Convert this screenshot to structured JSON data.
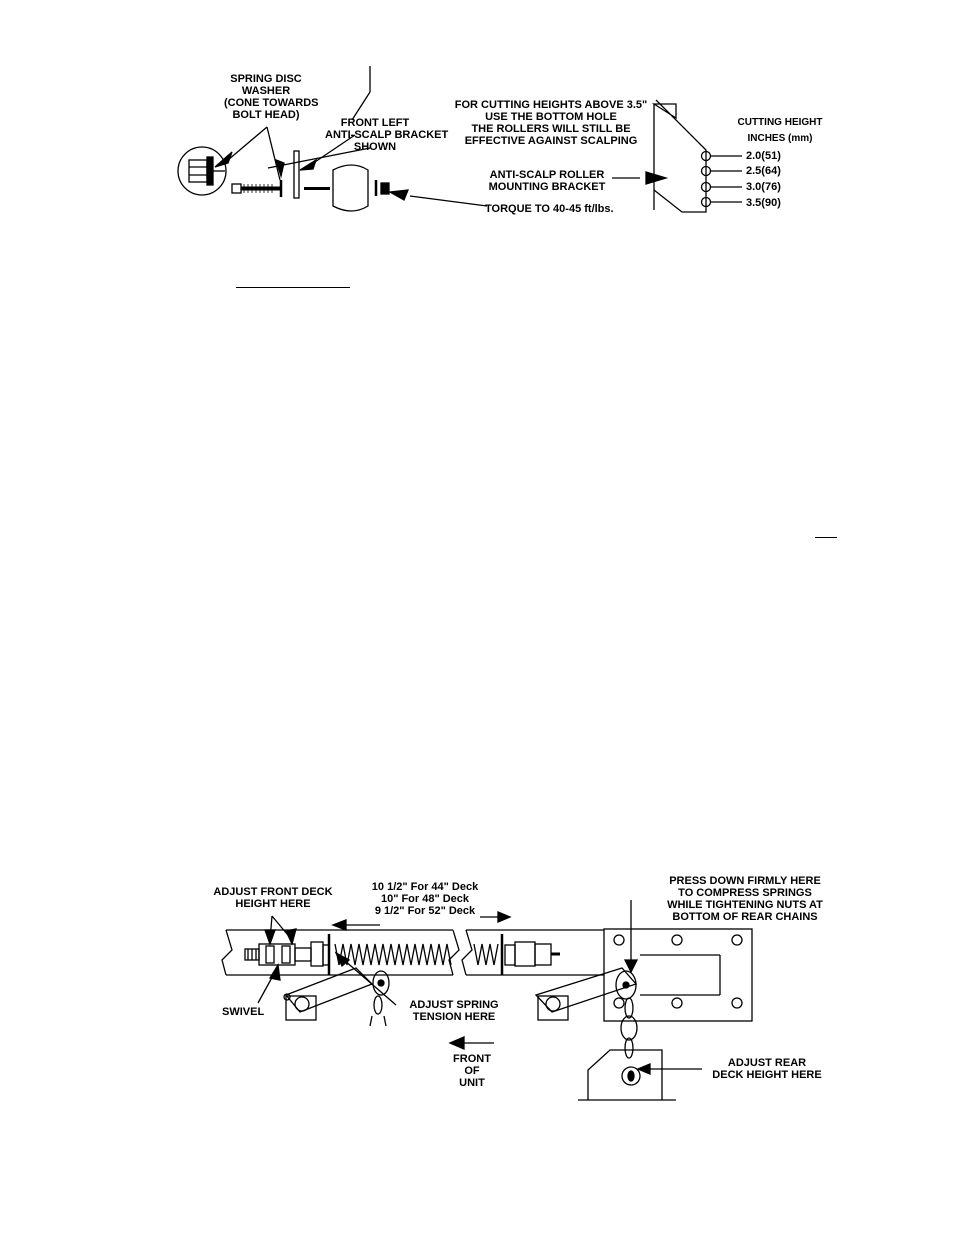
{
  "top_figure": {
    "washer_label": [
      "SPRING DISC",
      "WASHER",
      "(CONE TOWARDS",
      "BOLT HEAD)"
    ],
    "bracket_label": [
      "FRONT LEFT",
      "ANTI-SCALP BRACKET",
      "SHOWN"
    ],
    "torque_label": "TORQUE TO 40-45 ft/lbs.",
    "above_label": [
      "FOR CUTTING HEIGHTS ABOVE 3.5\"",
      "USE THE BOTTOM HOLE",
      "THE ROLLERS WILL STILL BE",
      "EFFECTIVE AGAINST SCALPING"
    ],
    "mounting_label": [
      "ANTI-SCALP ROLLER",
      "MOUNTING BRACKET"
    ],
    "cutting_height_title": [
      "CUTTING HEIGHT",
      "INCHES (mm)"
    ],
    "heights": [
      "2.0(51)",
      "2.5(64)",
      "3.0(76)",
      "3.5(90)"
    ]
  },
  "bottom_figure": {
    "front_deck_label": [
      "ADJUST FRONT DECK",
      "HEIGHT HERE"
    ],
    "deck_sizes": [
      "10 1/2\" For 44\" Deck",
      "10\" For 48\" Deck",
      "9 1/2\" For 52\" Deck"
    ],
    "press_label": [
      "PRESS DOWN FIRMLY HERE",
      "TO COMPRESS SPRINGS",
      "WHILE TIGHTENING NUTS AT",
      "BOTTOM OF REAR CHAINS"
    ],
    "swivel_label": "SWIVEL",
    "spring_label": [
      "ADJUST SPRING",
      "TENSION HERE"
    ],
    "front_label": [
      "FRONT",
      "OF",
      "UNIT"
    ],
    "rear_label": [
      "ADJUST REAR",
      "DECK HEIGHT HERE"
    ]
  }
}
